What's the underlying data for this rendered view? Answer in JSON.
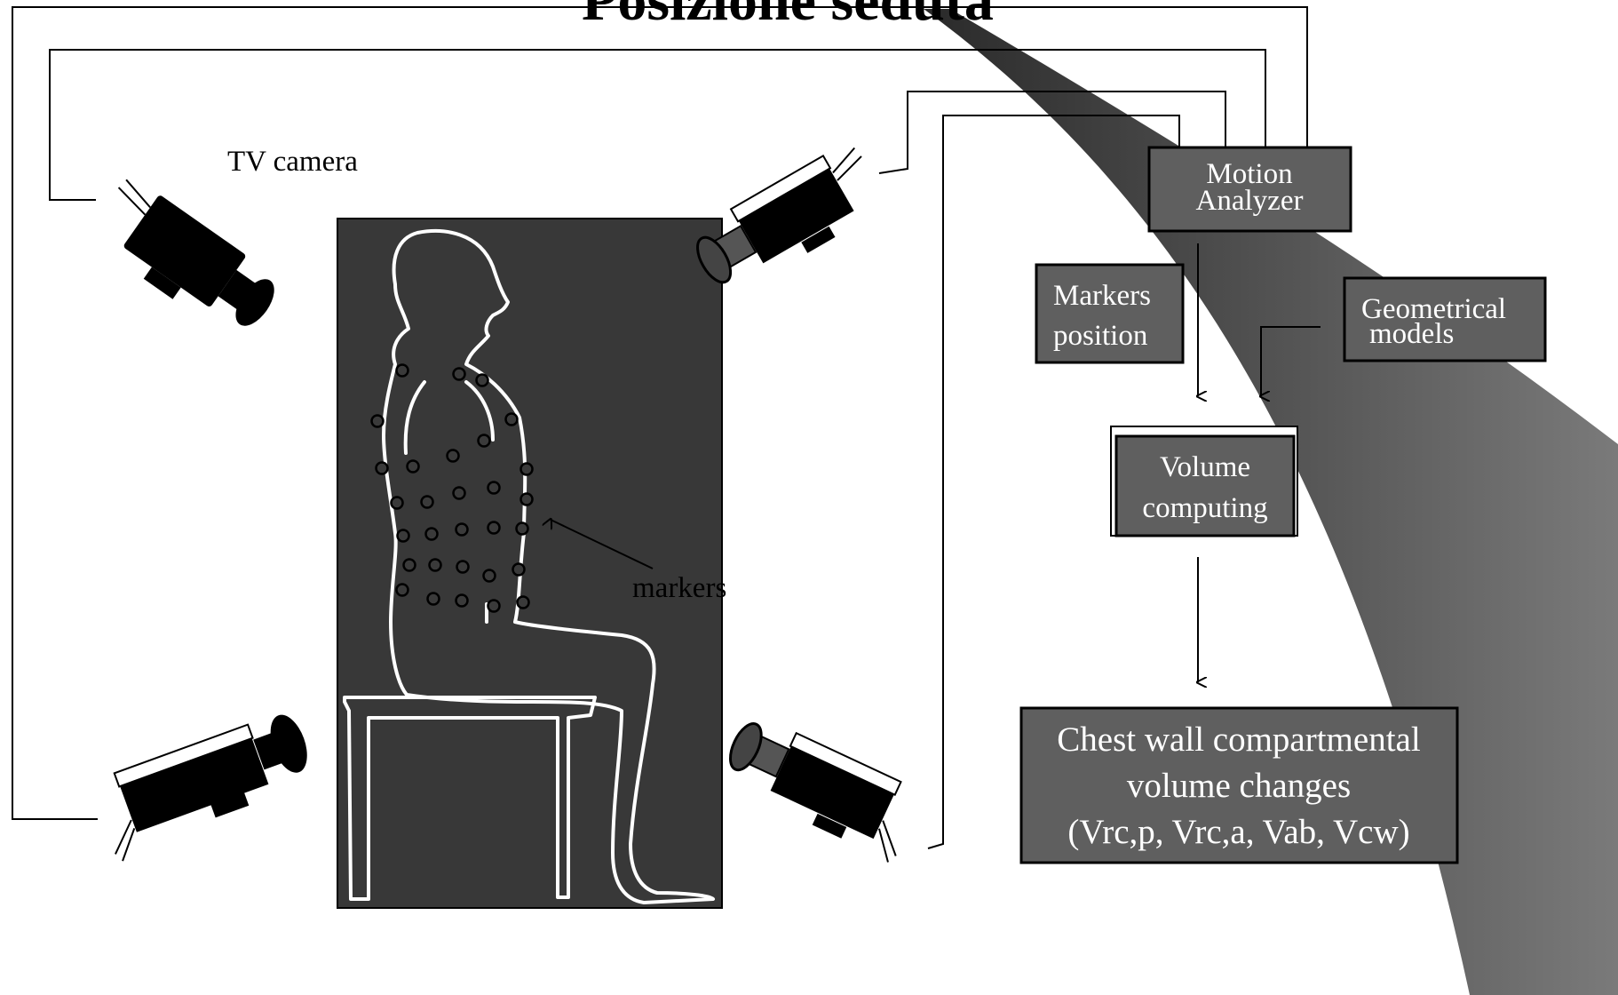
{
  "title": "Posizione seduta",
  "labels": {
    "tv_camera": "TV camera",
    "markers": "markers"
  },
  "boxes": {
    "motion_analyzer": [
      "Motion",
      "Analyzer"
    ],
    "markers_position": [
      "Markers",
      "position"
    ],
    "geometrical_models": [
      "Geometrical",
      "models"
    ],
    "volume_computing": [
      "Volume",
      "computing"
    ],
    "output": [
      "Chest wall compartmental",
      "volume changes",
      "(Vrc,p, Vrc,a, Vab, Vcw)"
    ]
  },
  "colors": {
    "box_fill": "#5f5f5f",
    "panel_fill": "#383838",
    "band_dark": "#2a2a2a",
    "band_light": "#7a7a7a"
  }
}
